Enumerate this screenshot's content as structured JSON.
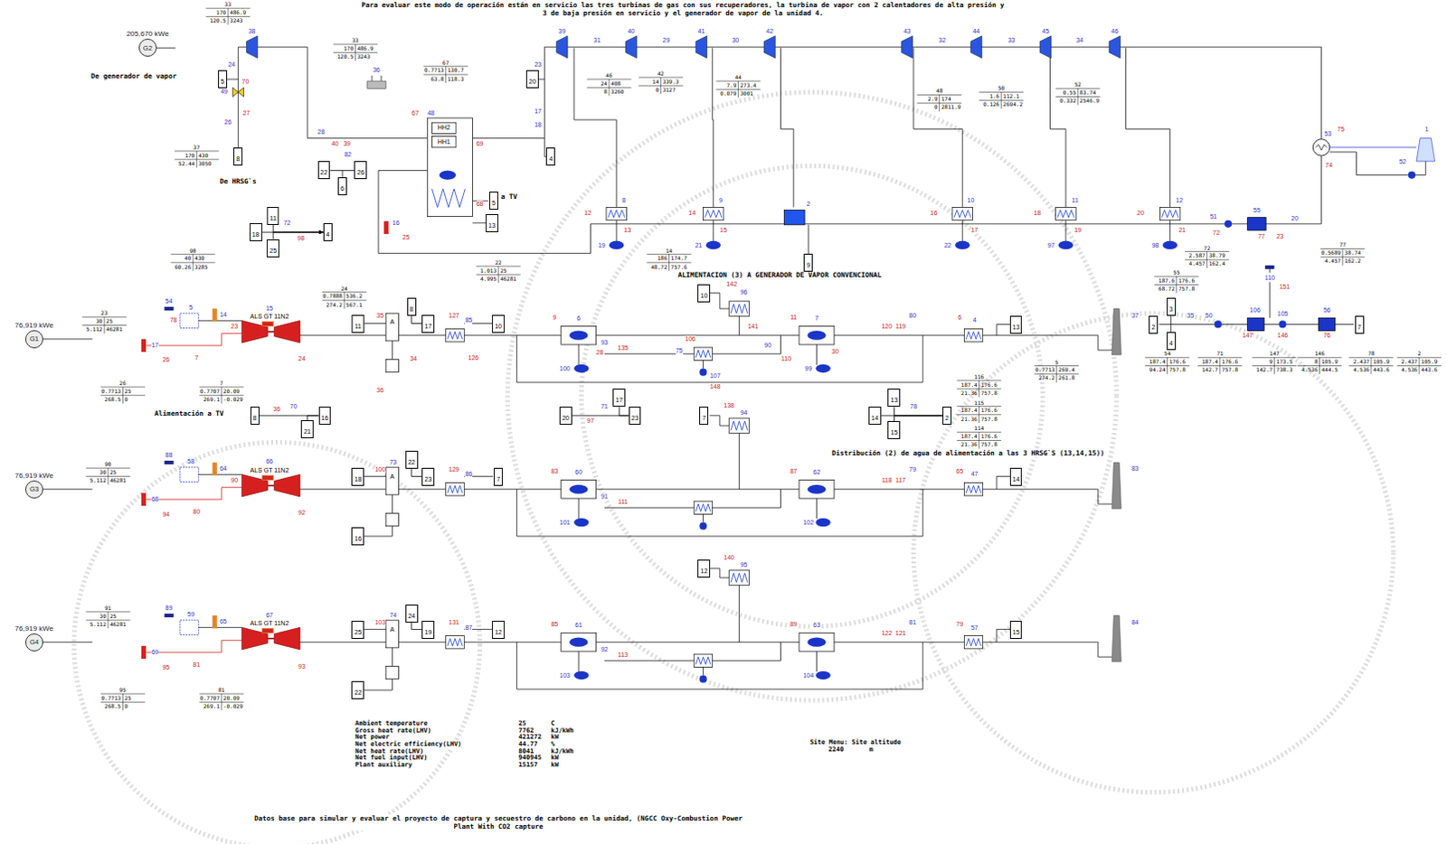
{
  "diagram": {
    "title": "Para evaluar este modo de operación están en servicio las tres turbinas de gas con sus recuperadores, la turbina de vapor con 2 calentadores de alta presión y 3 de baja presión en servicio y el generador de vapor de la unidad 4.",
    "caption": "Datos base para simular y evaluar el proyecto de captura y secuestro de carbono en la unidad, (NGCC Oxy-Combustion Power Plant With CO2 capture",
    "nodes": [
      {
        "text": [
          "205,670 kWe",
          "G2"
        ]
      },
      {
        "text": [
          "76,919 kWe",
          "G1"
        ]
      },
      {
        "text": [
          "76,919 kWe",
          "G3"
        ]
      },
      {
        "text": [
          "76,919 kWe",
          "G4"
        ]
      },
      {
        "text": [
          "5"
        ]
      },
      {
        "text": [
          "8"
        ]
      },
      {
        "text": [
          "20"
        ]
      },
      {
        "text": [
          "4"
        ]
      },
      {
        "text": [
          "5",
          "a TV"
        ]
      },
      {
        "text": [
          "13"
        ]
      },
      {
        "text": [
          "9"
        ]
      },
      {
        "text": [
          "22"
        ]
      },
      {
        "text": [
          "6"
        ]
      },
      {
        "text": [
          "26"
        ]
      },
      {
        "text": [
          "11"
        ]
      },
      {
        "text": [
          "18"
        ]
      },
      {
        "text": [
          "25"
        ]
      },
      {
        "text": [
          "4"
        ]
      },
      {
        "text": [
          "11"
        ]
      },
      {
        "text": [
          "8"
        ]
      },
      {
        "text": [
          "17"
        ]
      },
      {
        "text": [
          "10"
        ]
      },
      {
        "text": [
          "10"
        ]
      },
      {
        "text": [
          "13"
        ]
      },
      {
        "text": [
          "8"
        ]
      },
      {
        "text": [
          "16"
        ]
      },
      {
        "text": [
          "21"
        ]
      },
      {
        "text": [
          "20"
        ]
      },
      {
        "text": [
          "17"
        ]
      },
      {
        "text": [
          "23"
        ]
      },
      {
        "text": [
          "7"
        ]
      },
      {
        "text": [
          "13"
        ]
      },
      {
        "text": [
          "14"
        ]
      },
      {
        "text": [
          "15"
        ]
      },
      {
        "text": [
          "2"
        ]
      },
      {
        "text": [
          "18"
        ]
      },
      {
        "text": [
          "22"
        ]
      },
      {
        "text": [
          "23"
        ]
      },
      {
        "text": [
          "7"
        ]
      },
      {
        "text": [
          "16"
        ]
      },
      {
        "text": [
          "14"
        ]
      },
      {
        "text": [
          "12"
        ]
      },
      {
        "text": [
          "25"
        ]
      },
      {
        "text": [
          "24"
        ]
      },
      {
        "text": [
          "19"
        ]
      },
      {
        "text": [
          "12"
        ]
      },
      {
        "text": [
          "22"
        ]
      },
      {
        "text": [
          "15"
        ]
      },
      {
        "text": [
          "3"
        ]
      },
      {
        "text": [
          "2"
        ]
      },
      {
        "text": [
          "4"
        ]
      },
      {
        "text": [
          "7"
        ]
      }
    ],
    "edges": [
      {
        "from": 14,
        "to": 17,
        "arrow": "to"
      },
      {
        "from": 15,
        "to": 17,
        "arrow": "to"
      },
      {
        "from": 16,
        "to": 17,
        "arrow": "to"
      },
      {
        "from": 11,
        "to": 13,
        "arrow": "none"
      },
      {
        "from": 24,
        "to": 25,
        "arrow": "none"
      },
      {
        "from": 26,
        "to": 25,
        "arrow": "none"
      },
      {
        "from": 27,
        "to": 29,
        "arrow": "none"
      },
      {
        "from": 28,
        "to": 29,
        "arrow": "none"
      },
      {
        "from": 32,
        "to": 34,
        "arrow": "none"
      },
      {
        "from": 31,
        "to": 34,
        "arrow": "none"
      },
      {
        "from": 33,
        "to": 34,
        "arrow": "none"
      },
      {
        "from": 19,
        "to": 20,
        "arrow": "none"
      },
      {
        "from": 36,
        "to": 37,
        "arrow": "none"
      },
      {
        "from": 43,
        "to": 44,
        "arrow": "none"
      }
    ],
    "labels": [
      "33",
      "170",
      "486.9",
      "120.5",
      "3243",
      "33",
      "170",
      "486.9",
      "120.5",
      "3243",
      "67",
      "0.7713",
      "130.7",
      "63.8",
      "118.3",
      "46",
      "24",
      "408",
      "8",
      "3260",
      "42",
      "14",
      "339.3",
      "0",
      "3127",
      "44",
      "7.9",
      "273.4",
      "0.079",
      "3001",
      "48",
      "2.9",
      "174",
      "0",
      "2811.9",
      "50",
      "1.6",
      "112.1",
      "0.126",
      "2694.2",
      "52",
      "0.55",
      "83.74",
      "0.332",
      "2546.9",
      "77",
      "0.5689",
      "38.74",
      "4.457",
      "162.2",
      "72",
      "2.587",
      "38.79",
      "4.457",
      "162.4",
      "55",
      "187.6",
      "176.6",
      "68.72",
      "757.8",
      "14",
      "186",
      "174.7",
      "48.72",
      "757.6",
      "22",
      "1.013",
      "25",
      "4.995",
      "46281",
      "24",
      "0.7888",
      "536.2",
      "274.2",
      "567.1",
      "23",
      "30",
      "25",
      "5.112",
      "46281",
      "26",
      "0.7713",
      "25",
      "268.5",
      "0",
      "7",
      "0.7707",
      "20.09",
      "269.1",
      "-0.029",
      "5",
      "0.7713",
      "269.4",
      "274.2",
      "261.8",
      "116",
      "187.4",
      "176.6",
      "21.36",
      "757.8",
      "115",
      "187.4",
      "176.6",
      "21.36",
      "757.8",
      "114",
      "187.4",
      "176.6",
      "21.36",
      "757.8",
      "54",
      "187.4",
      "176.6",
      "94.24",
      "757.8",
      "71",
      "187.4",
      "176.6",
      "142.7",
      "757.8",
      "147",
      "9",
      "173.5",
      "142.7",
      "738.3",
      "146",
      "8",
      "105.9",
      "4.536",
      "444.5",
      "78",
      "2.437",
      "105.9",
      "4.536",
      "443.6",
      "2",
      "2.437",
      "105.9",
      "4.536",
      "443.6",
      "90",
      "30",
      "25",
      "5.112",
      "46281",
      "91",
      "30",
      "25",
      "5.112",
      "46281",
      "95",
      "0.7713",
      "25",
      "268.5",
      "0",
      "81",
      "0.7707",
      "20.09",
      "269.1",
      "-0.029",
      "98",
      "40",
      "430",
      "60.26",
      "3285",
      "37",
      "170",
      "430",
      "52.44",
      "3050",
      "De generador de vapor",
      "De HRSG`s",
      "Alimentación a TV",
      "ALIMENTACION (3) A GENERADOR DE VAPOR CONVENCIONAL",
      "Distribución (2) de agua de alimentación a las 3 HRSG`S (13,14,15))",
      "15",
      "ALS GT 11N2",
      "66",
      "ALS GT 11N2",
      "67",
      "ALS GT 11N2",
      "HH2",
      "HH1",
      "A",
      "A",
      "A",
      "Ambient temperature",
      "25",
      "C",
      "Gross heat rate(LHV)",
      "7762",
      "kJ/kWh",
      "Net power",
      "421272",
      "kW",
      "Net electric efficiency(LHV)",
      "44.77",
      "%",
      "Net heat rate(LHV)",
      "8041",
      "kJ/kWh",
      "Net fuel input(LHV)",
      "940945",
      "kW",
      "Plant auxiliary",
      "15157",
      "kW",
      "Site Menu: Site altitude",
      "2240",
      "m",
      "38",
      "39",
      "40",
      "41",
      "42",
      "43",
      "44",
      "45",
      "46",
      "31",
      "29",
      "30",
      "32",
      "33",
      "34",
      "24",
      "49",
      "70",
      "27",
      "26",
      "28",
      "36",
      "40",
      "39",
      "82",
      "67",
      "48",
      "69",
      "68",
      "25",
      "16",
      "23",
      "17",
      "18",
      "12",
      "8",
      "13",
      "14",
      "9",
      "15",
      "2",
      "16",
      "10",
      "17",
      "18",
      "11",
      "19",
      "20",
      "12",
      "21",
      "19",
      "21",
      "22",
      "97",
      "98",
      "51",
      "72",
      "55",
      "77",
      "23",
      "20",
      "53",
      "75",
      "74",
      "1",
      "52",
      "72",
      "98",
      "54",
      "78",
      "5",
      "14",
      "23",
      "17",
      "26",
      "7",
      "24",
      "35",
      "34",
      "36",
      "127",
      "85",
      "126",
      "9",
      "6",
      "28",
      "100",
      "93",
      "135",
      "75",
      "106",
      "107",
      "148",
      "142",
      "96",
      "141",
      "90",
      "11",
      "7",
      "110",
      "30",
      "99",
      "120",
      "119",
      "80",
      "6",
      "4",
      "37",
      "70",
      "36",
      "78",
      "71",
      "97",
      "88",
      "58",
      "64",
      "90",
      "68",
      "94",
      "80",
      "92",
      "100",
      "73",
      "129",
      "86",
      "83",
      "60",
      "101",
      "91",
      "111",
      "138",
      "94",
      "87",
      "62",
      "102",
      "118",
      "117",
      "79",
      "65",
      "47",
      "83",
      "89",
      "59",
      "65",
      "69",
      "95",
      "81",
      "93",
      "103",
      "74",
      "131",
      "87",
      "85",
      "61",
      "103",
      "92",
      "113",
      "140",
      "95",
      "89",
      "63",
      "104",
      "122",
      "121",
      "81",
      "79",
      "57",
      "84",
      "35",
      "50",
      "106",
      "110",
      "151",
      "56",
      "105",
      "147",
      "146",
      "76"
    ]
  }
}
